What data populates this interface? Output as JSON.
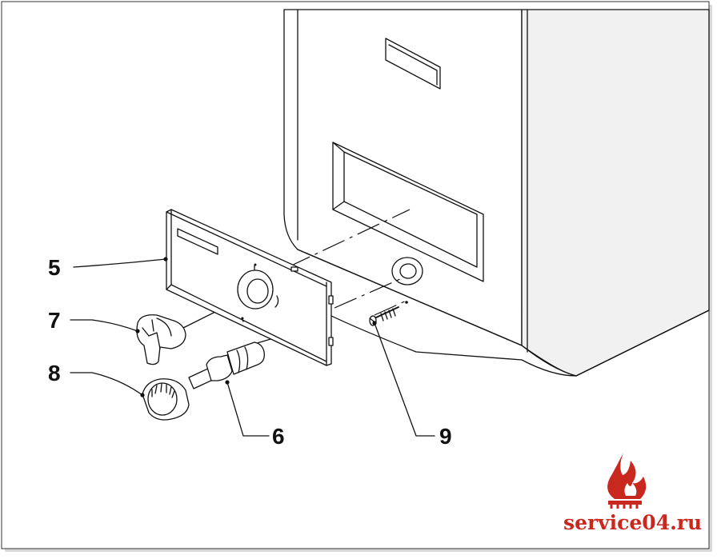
{
  "diagram": {
    "callouts": [
      {
        "id": "5",
        "label": "5"
      },
      {
        "id": "6",
        "label": "6"
      },
      {
        "id": "7",
        "label": "7"
      },
      {
        "id": "8",
        "label": "8"
      },
      {
        "id": "9",
        "label": "9"
      }
    ]
  },
  "watermark": {
    "text": "service04.ru",
    "icon": "flame-icon",
    "color": "#c8281e"
  }
}
